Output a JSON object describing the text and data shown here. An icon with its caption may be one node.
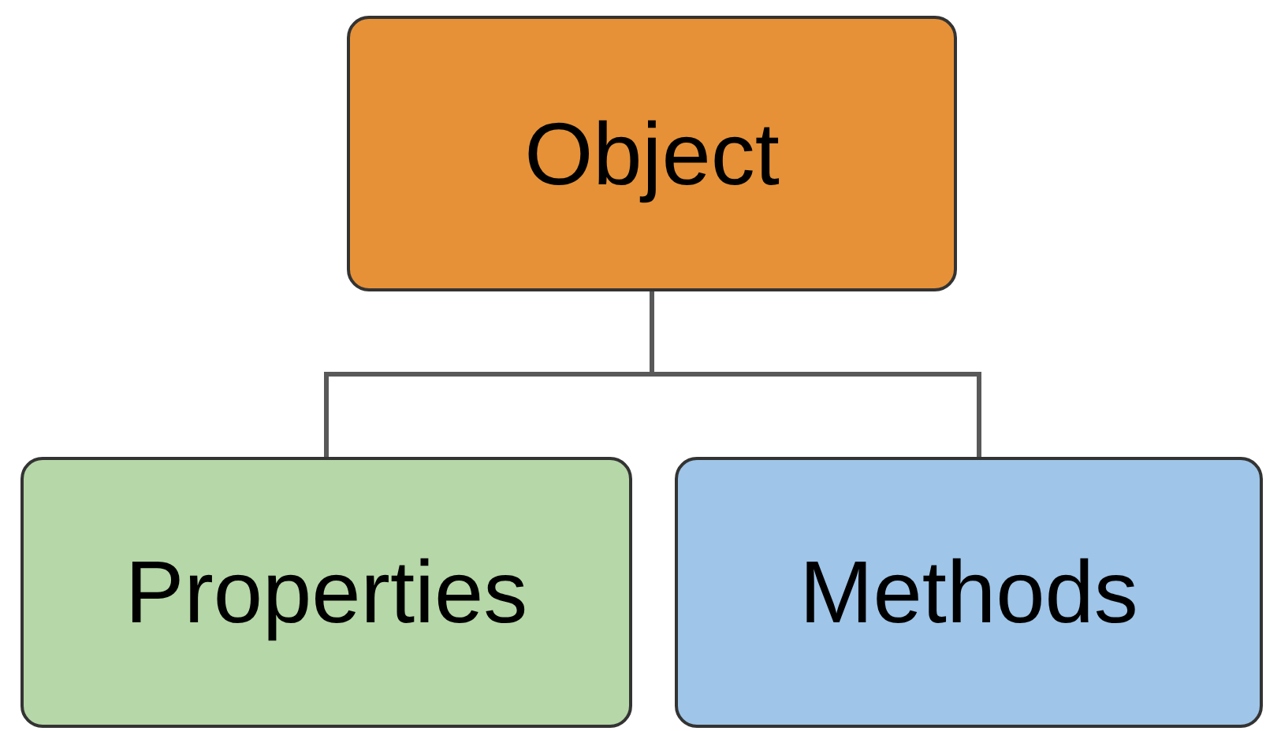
{
  "diagram": {
    "nodes": [
      {
        "text": [
          "Object"
        ]
      },
      {
        "text": [
          "Properties"
        ]
      },
      {
        "text": [
          "Methods"
        ]
      }
    ],
    "edges": [
      {
        "from": 0,
        "to": 1,
        "arrow": "none"
      },
      {
        "from": 0,
        "to": 2,
        "arrow": "none"
      }
    ]
  }
}
